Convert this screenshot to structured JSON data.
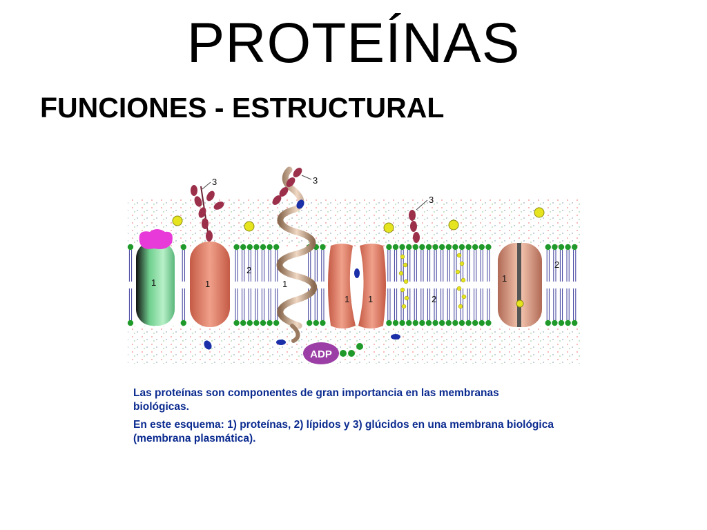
{
  "title": "PROTEÍNAS",
  "subtitle": "FUNCIONES - ESTRUCTURAL",
  "diagram": {
    "labels": {
      "protein": "1",
      "lipid": "2",
      "glycan": "3",
      "adp": "ADP"
    },
    "colors": {
      "protein_green": "#9fe0b0",
      "protein_salmon": "#e98f7a",
      "protein_peach": "#f2b8a0",
      "cap_magenta": "#e83ad8",
      "glycan": "#9c2f4a",
      "lipid_head": "#1f9a2a",
      "lipid_tail": "#3a3a9a",
      "adp": "#9b3fa6",
      "yellow_ball": "#e6e41e",
      "blue_oval": "#1a2fa8"
    }
  },
  "caption": {
    "line1": "Las proteínas son componentes de gran importancia en las membranas biológicas.",
    "line2": "En este esquema: 1) proteínas, 2) lípidos y 3) glúcidos en una membrana biológica (membrana plasmática)."
  }
}
